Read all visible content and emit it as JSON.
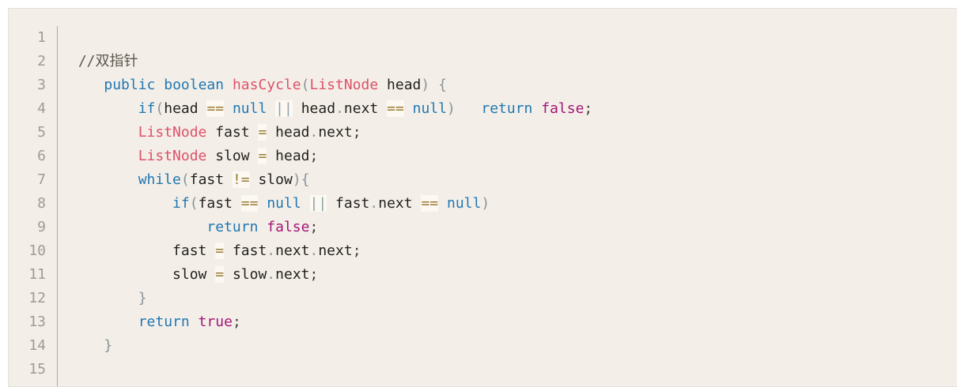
{
  "colors": {
    "page_bg": "#ffffff",
    "panel_bg": "#f3efe8",
    "panel_border": "#e3e1dd",
    "gutter_text": "#a09a92",
    "gutter_border": "#ada79f",
    "kw": "#2077b2",
    "type": "#de5168",
    "fn": "#de5168",
    "var": "#221f1d",
    "lit": "#a31577",
    "op": "#9a7a34",
    "op_bg": "#fcf9f2",
    "pipe": "#8fa1ab",
    "pun": "#8a9298",
    "dot": "#8e979e",
    "sc": "#443e39",
    "cmt": "#5c564e"
  },
  "editor": {
    "line_numbers": [
      "1",
      "2",
      "3",
      "4",
      "5",
      "6",
      "7",
      "8",
      "9",
      "10",
      "11",
      "12",
      "13",
      "14",
      "15"
    ],
    "lines": [
      [],
      [
        [
          "ws",
          " "
        ],
        [
          "cmt",
          "//双指针"
        ]
      ],
      [
        [
          "ws",
          "    "
        ],
        [
          "kw",
          "public"
        ],
        [
          "ws",
          " "
        ],
        [
          "kw",
          "boolean"
        ],
        [
          "ws",
          " "
        ],
        [
          "fn",
          "hasCycle"
        ],
        [
          "pun",
          "("
        ],
        [
          "type",
          "ListNode"
        ],
        [
          "ws",
          " "
        ],
        [
          "var",
          "head"
        ],
        [
          "pun",
          ")"
        ],
        [
          "ws",
          " "
        ],
        [
          "pun",
          "{"
        ]
      ],
      [
        [
          "ws",
          "        "
        ],
        [
          "kw",
          "if"
        ],
        [
          "pun",
          "("
        ],
        [
          "var",
          "head"
        ],
        [
          "ws",
          " "
        ],
        [
          "op",
          "=="
        ],
        [
          "ws",
          " "
        ],
        [
          "kw",
          "null"
        ],
        [
          "ws",
          " "
        ],
        [
          "pipe",
          "||"
        ],
        [
          "ws",
          " "
        ],
        [
          "var",
          "head"
        ],
        [
          "dot",
          "."
        ],
        [
          "var",
          "next"
        ],
        [
          "ws",
          " "
        ],
        [
          "op",
          "=="
        ],
        [
          "ws",
          " "
        ],
        [
          "kw",
          "null"
        ],
        [
          "pun",
          ")"
        ],
        [
          "ws",
          "   "
        ],
        [
          "kw",
          "return"
        ],
        [
          "ws",
          " "
        ],
        [
          "lit",
          "false"
        ],
        [
          "sc",
          ";"
        ]
      ],
      [
        [
          "ws",
          "        "
        ],
        [
          "type",
          "ListNode"
        ],
        [
          "ws",
          " "
        ],
        [
          "var",
          "fast"
        ],
        [
          "ws",
          " "
        ],
        [
          "op",
          "="
        ],
        [
          "ws",
          " "
        ],
        [
          "var",
          "head"
        ],
        [
          "dot",
          "."
        ],
        [
          "var",
          "next"
        ],
        [
          "sc",
          ";"
        ]
      ],
      [
        [
          "ws",
          "        "
        ],
        [
          "type",
          "ListNode"
        ],
        [
          "ws",
          " "
        ],
        [
          "var",
          "slow"
        ],
        [
          "ws",
          " "
        ],
        [
          "op",
          "="
        ],
        [
          "ws",
          " "
        ],
        [
          "var",
          "head"
        ],
        [
          "sc",
          ";"
        ]
      ],
      [
        [
          "ws",
          "        "
        ],
        [
          "kw",
          "while"
        ],
        [
          "pun",
          "("
        ],
        [
          "var",
          "fast"
        ],
        [
          "ws",
          " "
        ],
        [
          "op",
          "!="
        ],
        [
          "ws",
          " "
        ],
        [
          "var",
          "slow"
        ],
        [
          "pun",
          ")"
        ],
        [
          "pun",
          "{"
        ]
      ],
      [
        [
          "ws",
          "            "
        ],
        [
          "kw",
          "if"
        ],
        [
          "pun",
          "("
        ],
        [
          "var",
          "fast"
        ],
        [
          "ws",
          " "
        ],
        [
          "op",
          "=="
        ],
        [
          "ws",
          " "
        ],
        [
          "kw",
          "null"
        ],
        [
          "ws",
          " "
        ],
        [
          "pipe",
          "||"
        ],
        [
          "ws",
          " "
        ],
        [
          "var",
          "fast"
        ],
        [
          "dot",
          "."
        ],
        [
          "var",
          "next"
        ],
        [
          "ws",
          " "
        ],
        [
          "op",
          "=="
        ],
        [
          "ws",
          " "
        ],
        [
          "kw",
          "null"
        ],
        [
          "pun",
          ")"
        ]
      ],
      [
        [
          "ws",
          "                "
        ],
        [
          "kw",
          "return"
        ],
        [
          "ws",
          " "
        ],
        [
          "lit",
          "false"
        ],
        [
          "sc",
          ";"
        ]
      ],
      [
        [
          "ws",
          "            "
        ],
        [
          "var",
          "fast"
        ],
        [
          "ws",
          " "
        ],
        [
          "op",
          "="
        ],
        [
          "ws",
          " "
        ],
        [
          "var",
          "fast"
        ],
        [
          "dot",
          "."
        ],
        [
          "var",
          "next"
        ],
        [
          "dot",
          "."
        ],
        [
          "var",
          "next"
        ],
        [
          "sc",
          ";"
        ]
      ],
      [
        [
          "ws",
          "            "
        ],
        [
          "var",
          "slow"
        ],
        [
          "ws",
          " "
        ],
        [
          "op",
          "="
        ],
        [
          "ws",
          " "
        ],
        [
          "var",
          "slow"
        ],
        [
          "dot",
          "."
        ],
        [
          "var",
          "next"
        ],
        [
          "sc",
          ";"
        ]
      ],
      [
        [
          "ws",
          "        "
        ],
        [
          "pun",
          "}"
        ]
      ],
      [
        [
          "ws",
          "        "
        ],
        [
          "kw",
          "return"
        ],
        [
          "ws",
          " "
        ],
        [
          "lit",
          "true"
        ],
        [
          "sc",
          ";"
        ]
      ],
      [
        [
          "ws",
          "    "
        ],
        [
          "pun",
          "}"
        ]
      ],
      []
    ]
  }
}
